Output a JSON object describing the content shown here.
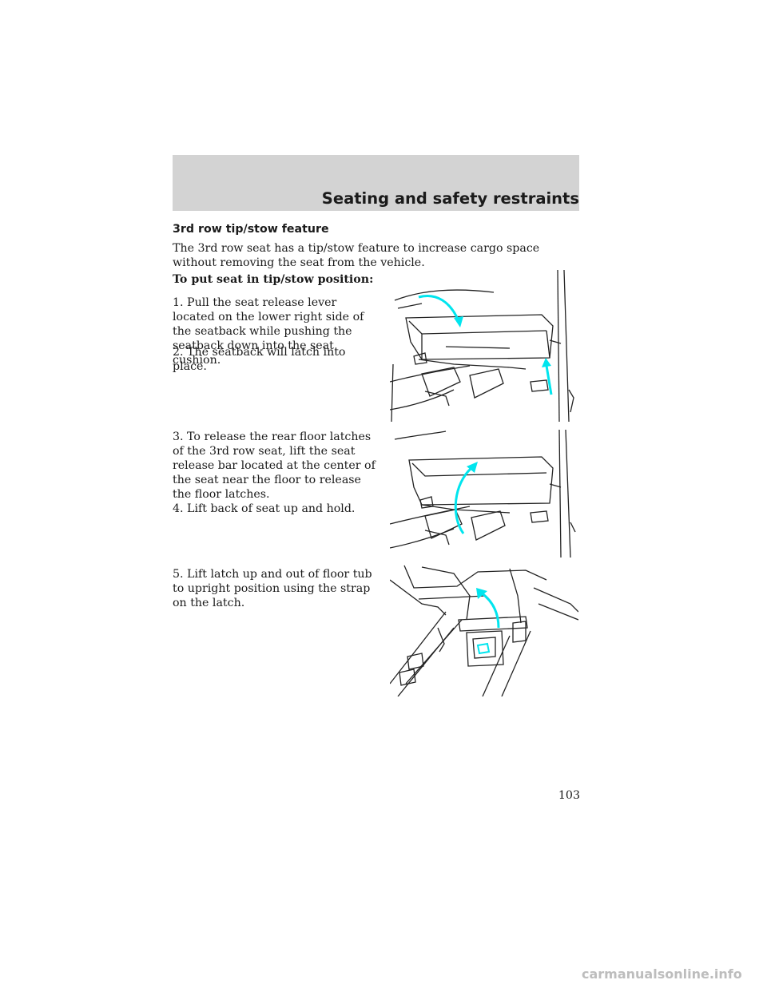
{
  "header": {
    "section_title": "Seating and safety restraints"
  },
  "content": {
    "subheading": "3rd row tip/stow feature",
    "intro": "The 3rd row seat has a tip/stow feature to increase cargo space without removing the seat from the vehicle.",
    "procedure_heading": "To put seat in tip/stow position:",
    "steps": [
      "1. Pull the seat release lever located on the lower right side of the seatback while pushing the seatback down into the seat cushion.",
      "2. The seatback will latch into place.",
      "3. To release the rear floor latches of the 3rd row seat, lift the seat release bar located at the center of the seat near the floor to release the floor latches.",
      "4. Lift back of seat up and hold.",
      "5. Lift latch up and out of floor tub to upright position using the strap on the latch."
    ]
  },
  "footer": {
    "page_number": "103",
    "watermark": "carmanualsonline.info"
  },
  "colors": {
    "header_band": "#d3d3d3",
    "arrow": "#00e5ee",
    "line_art": "#222222"
  },
  "illustrations": [
    {
      "name": "seatback-fold-down-illustration"
    },
    {
      "name": "seat-tip-up-illustration"
    },
    {
      "name": "floor-latch-lift-illustration"
    }
  ]
}
